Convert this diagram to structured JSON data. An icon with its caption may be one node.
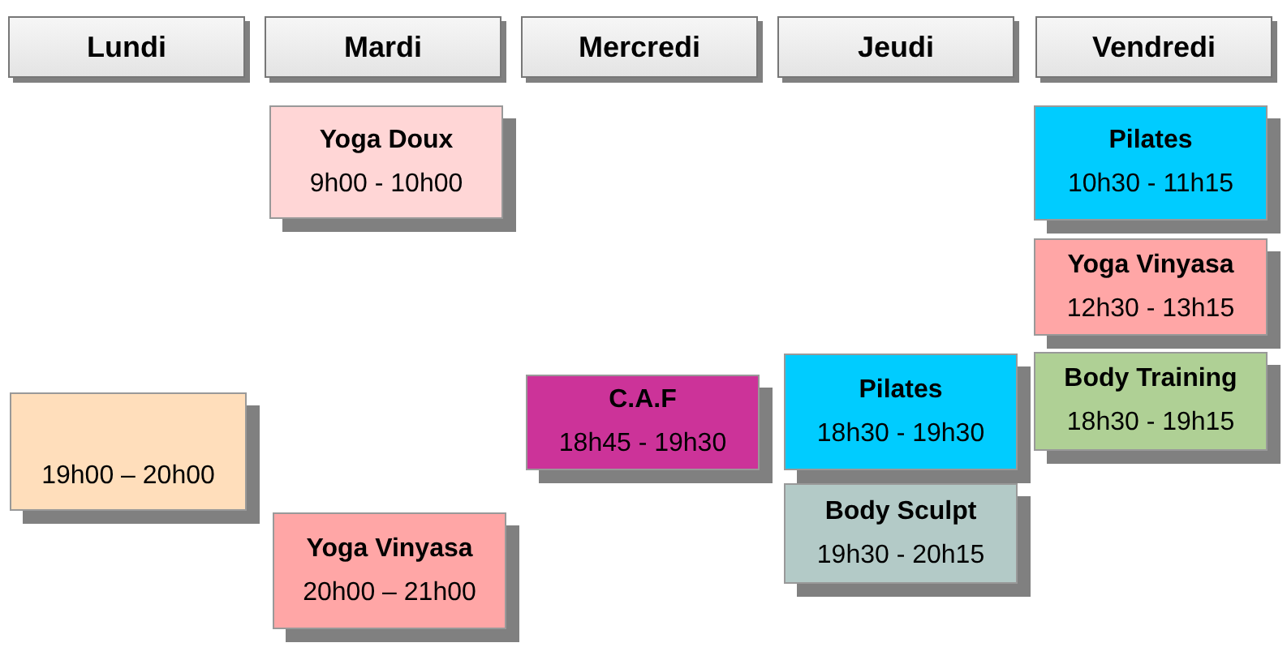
{
  "diagram": {
    "nodes": [
      {
        "text": [
          "Lundi"
        ]
      },
      {
        "text": [
          "Mardi"
        ]
      },
      {
        "text": [
          "Mercredi"
        ]
      },
      {
        "text": [
          "Jeudi"
        ]
      },
      {
        "text": [
          "Vendredi"
        ]
      },
      {
        "text": [
          "Yoga Doux",
          "9h00 - 10h00"
        ]
      },
      {
        "text": [
          "19h00 – 20h00"
        ]
      },
      {
        "text": [
          "Yoga Vinyasa",
          "20h00 – 21h00"
        ]
      },
      {
        "text": [
          "C.A.F",
          "18h45 - 19h30"
        ]
      },
      {
        "text": [
          "Pilates",
          "18h30 - 19h30"
        ]
      },
      {
        "text": [
          "Body Sculpt",
          "19h30 - 20h15"
        ]
      },
      {
        "text": [
          "Pilates",
          "10h30 - 11h15"
        ]
      },
      {
        "text": [
          "Yoga Vinyasa",
          "12h30 - 13h15"
        ]
      },
      {
        "text": [
          "Body Training",
          "18h30 - 19h15"
        ]
      }
    ],
    "edges": []
  }
}
